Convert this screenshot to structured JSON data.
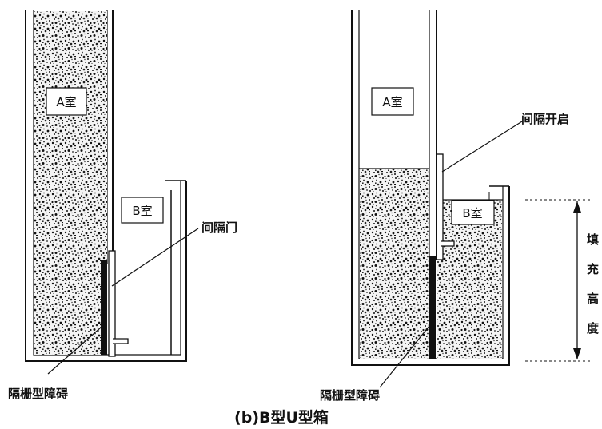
{
  "left_panel": {
    "chamber_a_label": "A室",
    "chamber_b_label": "B室",
    "gate_label": "间隔门",
    "barrier_label": "隔栅型障碍"
  },
  "right_panel": {
    "chamber_a_label": "A室",
    "chamber_b_label": "B室",
    "gate_open_label": "间隔开启",
    "barrier_label": "隔栅型障碍",
    "fill_height_chars": [
      "填",
      "充",
      "高",
      "度"
    ]
  },
  "caption": "(b)B型U型箱"
}
